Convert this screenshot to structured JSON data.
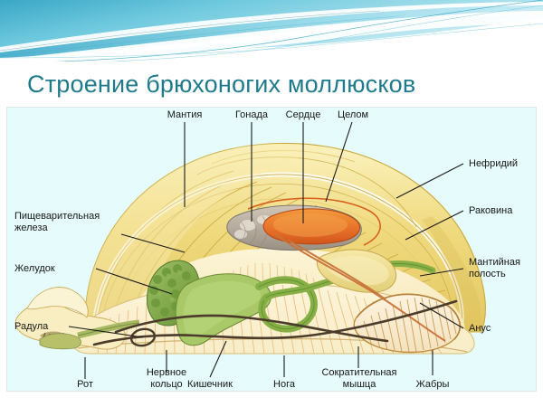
{
  "slide": {
    "title": "Строение брюхоногих моллюсков",
    "title_color": "#1f7a8c",
    "background_color": "#ffffff",
    "panel_background": "#e6fbfb",
    "banner": {
      "gradient_from": "#3fa9c9",
      "gradient_to": "#8fd8e8",
      "accent": "#27b6c9",
      "swoosh_color": "#ffffff"
    }
  },
  "diagram": {
    "subject": "gastropod-anatomy",
    "colors": {
      "shell": "#f2dd86",
      "shell_dark": "#d9bf55",
      "shell_light": "#faf0b8",
      "body": "#fbeec4",
      "foot": "#fbf2d2",
      "digestive_gland": "#7ba94b",
      "digestive_gland_dark": "#4e7a2d",
      "stomach": "#a9c868",
      "intestine": "#86b046",
      "heart": "#e8772a",
      "gonad": "#b0a79c",
      "nephridium": "#d8cf9a",
      "gill": "#f6e6c9",
      "nerve": "#4a3b2a",
      "leader": "#1a1a1a"
    },
    "labels": {
      "top": [
        {
          "id": "mantle",
          "text": "Мантия"
        },
        {
          "id": "gonad",
          "text": "Гонада"
        },
        {
          "id": "heart",
          "text": "Сердце"
        },
        {
          "id": "coelom",
          "text": "Целом"
        }
      ],
      "left": [
        {
          "id": "digestive-gland",
          "line1": "Пищеварительная",
          "line2": "железа"
        },
        {
          "id": "stomach",
          "line1": "Желудок",
          "line2": ""
        },
        {
          "id": "radula",
          "line1": "Радула",
          "line2": ""
        }
      ],
      "right": [
        {
          "id": "nephridium",
          "line1": "Нефридий",
          "line2": ""
        },
        {
          "id": "shell",
          "line1": "Раковина",
          "line2": ""
        },
        {
          "id": "mantle-cavity",
          "line1": "Мантийная",
          "line2": "полость"
        },
        {
          "id": "anus",
          "line1": "Анус",
          "line2": ""
        }
      ],
      "bottom": [
        {
          "id": "mouth",
          "line1": "Рот",
          "line2": ""
        },
        {
          "id": "nerve-ring",
          "line1": "Нервное",
          "line2": "кольцо"
        },
        {
          "id": "intestine",
          "line1": "Кишечник",
          "line2": ""
        },
        {
          "id": "foot",
          "line1": "Нога",
          "line2": ""
        },
        {
          "id": "retractor-muscle",
          "line1": "Сократительная",
          "line2": "мышца"
        },
        {
          "id": "gills",
          "line1": "Жабры",
          "line2": ""
        }
      ]
    }
  }
}
